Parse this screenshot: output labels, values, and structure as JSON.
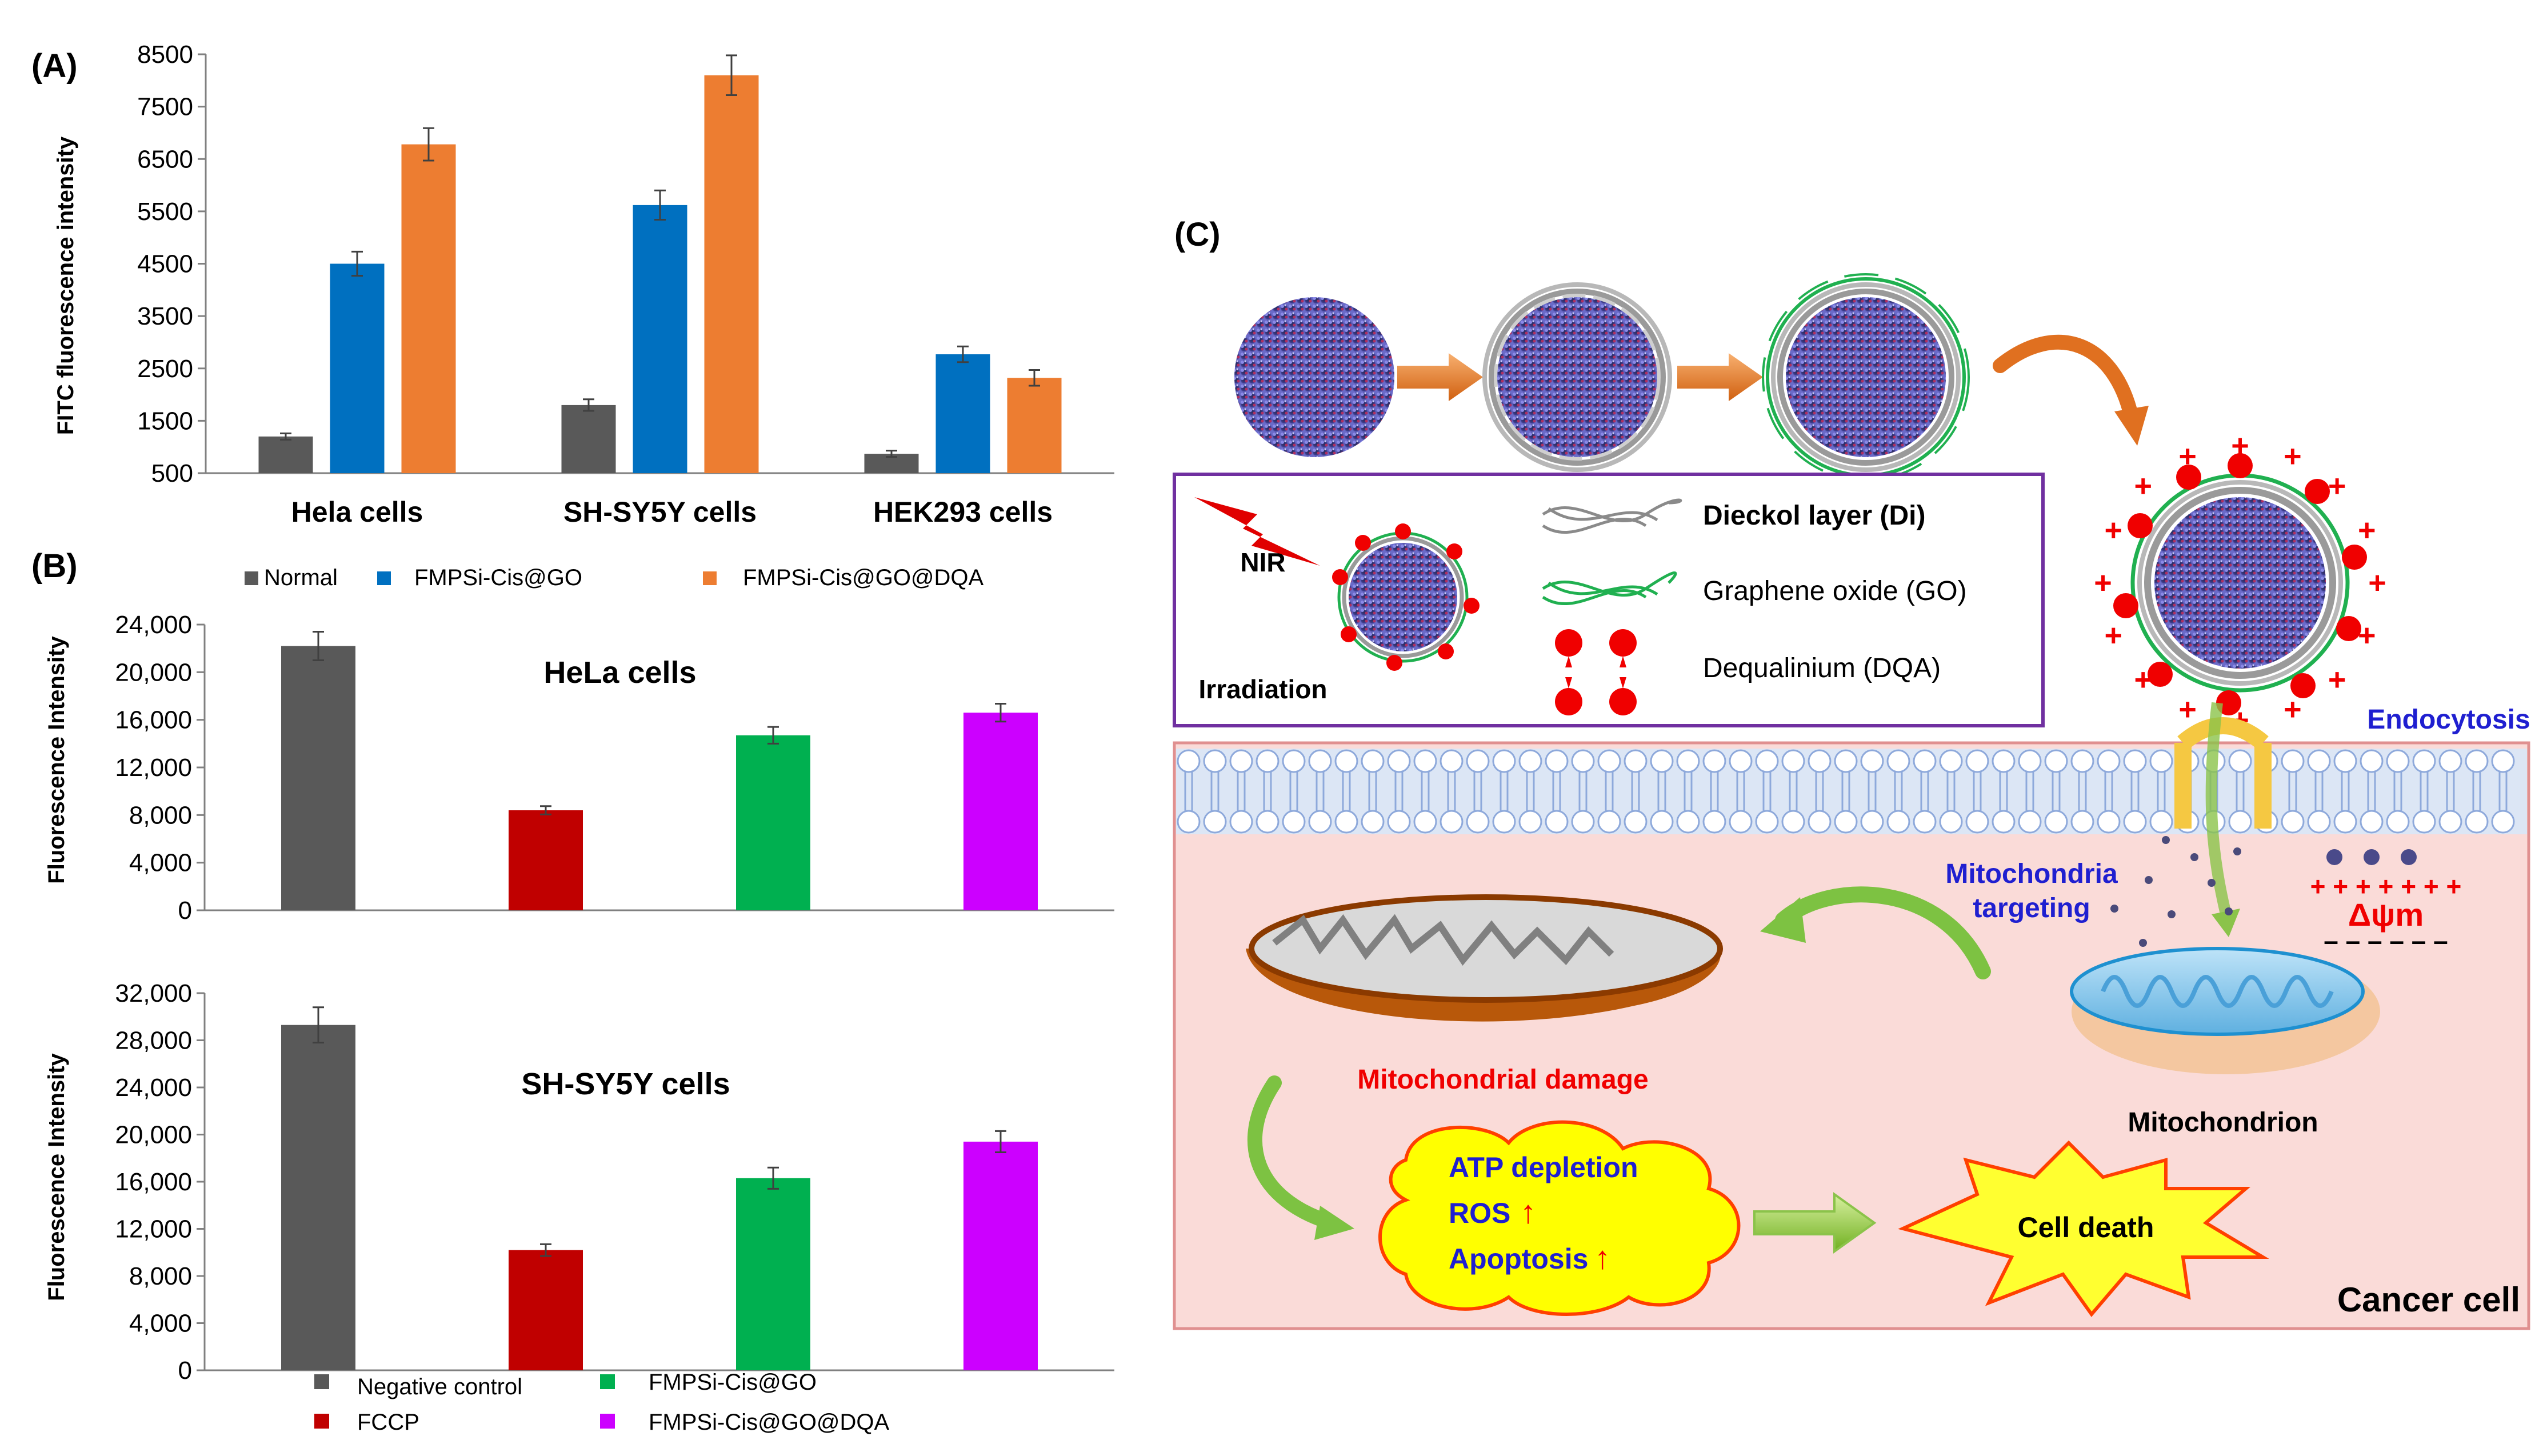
{
  "colors": {
    "normal": "#595959",
    "go": "#0070C0",
    "dqa": "#ED7D31",
    "neg": "#595959",
    "fccp": "#C00000",
    "green": "#00B050",
    "magenta": "#CC00FF",
    "cell_bg": "#FADBD8",
    "box_border": "#7030A0",
    "membrane_blue": "#8EA9DB",
    "red": "#FF0000",
    "blue_text": "#1F1FD0",
    "cloud": "#FFFF00"
  },
  "chart_data": [
    {
      "type": "bar",
      "panel": "(A)",
      "categories": [
        "Hela cells",
        "SH-SY5Y cells",
        "HEK293 cells"
      ],
      "ylabel": "FITC fluorescence intensity",
      "ylim": [
        500,
        8500
      ],
      "yticks": [
        "500",
        "1500",
        "2500",
        "3500",
        "4500",
        "5500",
        "6500",
        "7500",
        "8500"
      ],
      "series": [
        {
          "name": "Normal",
          "color": "normal",
          "values": [
            1200,
            1800,
            870
          ],
          "errors": [
            60,
            110,
            60
          ]
        },
        {
          "name": "FMPSi-Cis@GO",
          "color": "go",
          "values": [
            4500,
            5620,
            2770
          ],
          "errors": [
            230,
            280,
            150
          ]
        },
        {
          "name": "FMPSi-Cis@GO@DQA",
          "color": "dqa",
          "values": [
            6780,
            8100,
            2320
          ],
          "errors": [
            310,
            380,
            150
          ]
        }
      ],
      "legend": "bottom"
    },
    {
      "type": "bar",
      "panel": "(B)",
      "title": "HeLa cells",
      "ylabel": "Fluorescence Intensity",
      "ylim": [
        0,
        24000
      ],
      "yticks": [
        "0",
        "4,000",
        "8,000",
        "12,000",
        "16,000",
        "20,000",
        "24,000"
      ],
      "series": [
        {
          "name": "Negative control",
          "color": "neg",
          "values": [
            22200
          ],
          "errors": [
            1200
          ]
        },
        {
          "name": "FCCP",
          "color": "fccp",
          "values": [
            8400
          ],
          "errors": [
            350
          ]
        },
        {
          "name": "FMPSi-Cis@GO",
          "color": "green",
          "values": [
            14700
          ],
          "errors": [
            700
          ]
        },
        {
          "name": "FMPSi-Cis@GO@DQA",
          "color": "magenta",
          "values": [
            16600
          ],
          "errors": [
            750
          ]
        }
      ]
    },
    {
      "type": "bar",
      "panel": "(B)",
      "title": "SH-SY5Y cells",
      "ylabel": "Fluorescence Intensity",
      "ylim": [
        0,
        32000
      ],
      "yticks": [
        "0",
        "4,000",
        "8,000",
        "12,000",
        "16,000",
        "20,000",
        "24,000",
        "28,000",
        "32,000"
      ],
      "series": [
        {
          "name": "Negative control",
          "color": "neg",
          "values": [
            29300
          ],
          "errors": [
            1500
          ]
        },
        {
          "name": "FCCP",
          "color": "fccp",
          "values": [
            10200
          ],
          "errors": [
            500
          ]
        },
        {
          "name": "FMPSi-Cis@GO",
          "color": "green",
          "values": [
            16300
          ],
          "errors": [
            900
          ]
        },
        {
          "name": "FMPSi-Cis@GO@DQA",
          "color": "magenta",
          "values": [
            19400
          ],
          "errors": [
            900
          ]
        }
      ],
      "legend": "bottom"
    }
  ],
  "labels": {
    "panel_a": "(A)",
    "panel_b": "(B)",
    "panel_c": "(C)",
    "legend_a": [
      "Normal",
      "FMPSi-Cis@GO",
      "FMPSi-Cis@GO@DQA"
    ],
    "legend_b": [
      "Negative control",
      "FMPSi-Cis@GO",
      "FCCP",
      "FMPSi-Cis@GO@DQA"
    ]
  },
  "diagram": {
    "nir_line1": "NIR",
    "nir_line2": "Irradiation",
    "legend_dieckol": "Dieckol layer (Di)",
    "legend_go": "Graphene oxide (GO)",
    "legend_dqa": "Dequalinium  (DQA)",
    "endocytosis": "Endocytosis",
    "mito_targeting_1": "Mitochondria",
    "mito_targeting_2": "targeting",
    "delta_psi": "Δψm",
    "plus_row": "+ + + + + + +",
    "minus_row": "– – – – – –",
    "mito_damage": "Mitochondrial damage",
    "mitochondrion": "Mitochondrion",
    "atp": "ATP depletion",
    "ros": "ROS",
    "apoptosis": "Apoptosis",
    "up_arrow": "↑",
    "cell_death": "Cell death",
    "cancer_cell": "Cancer cell",
    "plus": "+"
  }
}
